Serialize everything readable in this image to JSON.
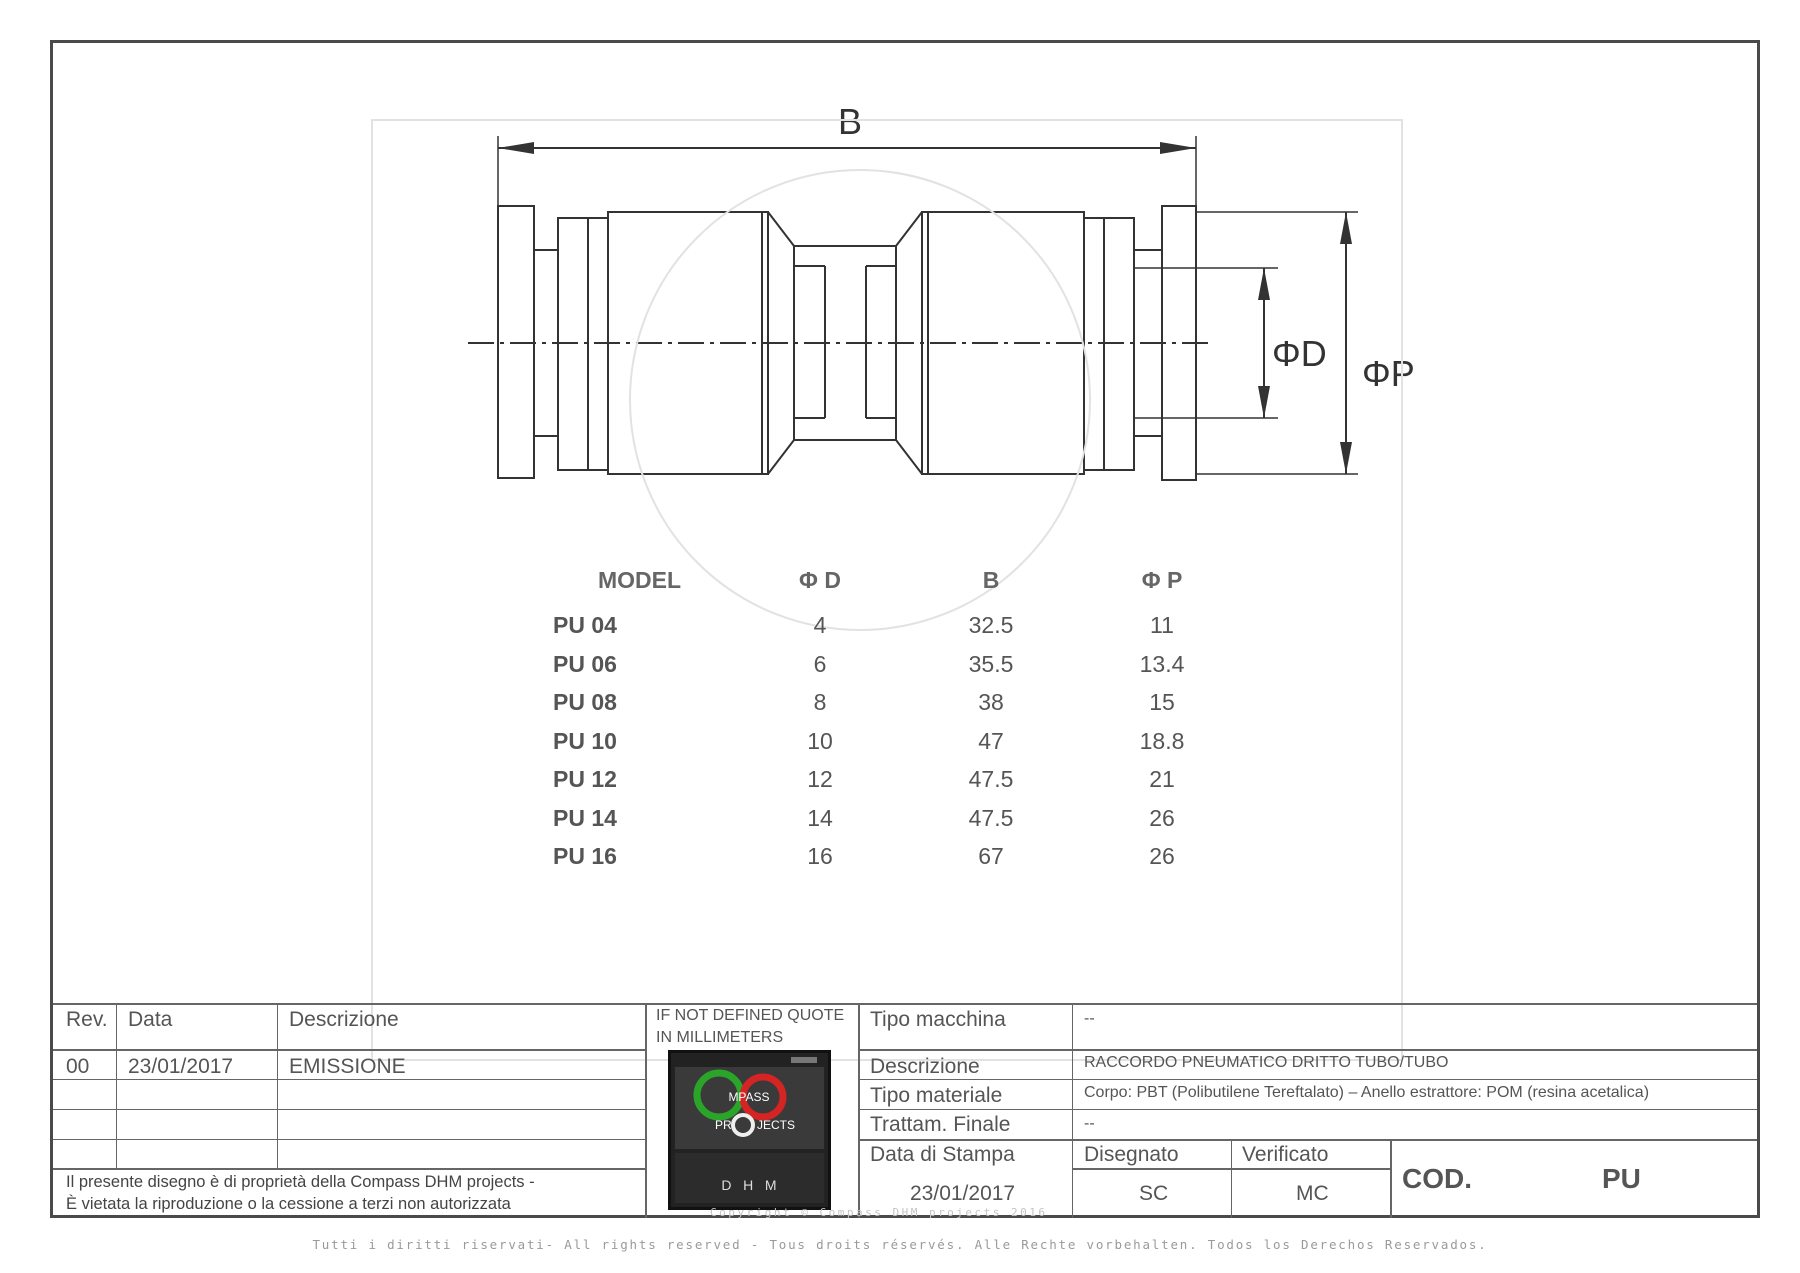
{
  "drawing": {
    "dim_b": "B",
    "dim_d": "ΦD",
    "dim_p": "ΦP"
  },
  "table": {
    "headers": [
      "MODEL",
      "Φ D",
      "B",
      "Φ P"
    ],
    "rows": [
      [
        "PU 04",
        "4",
        "32.5",
        "11"
      ],
      [
        "PU 06",
        "6",
        "35.5",
        "13.4"
      ],
      [
        "PU 08",
        "8",
        "38",
        "15"
      ],
      [
        "PU 10",
        "10",
        "47",
        "18.8"
      ],
      [
        "PU 12",
        "12",
        "47.5",
        "21"
      ],
      [
        "PU 14",
        "14",
        "47.5",
        "26"
      ],
      [
        "PU 16",
        "16",
        "67",
        "26"
      ]
    ]
  },
  "title_block": {
    "rev_label": "Rev.",
    "data_label": "Data",
    "descrizione_label": "Descrizione",
    "rev_value": "00",
    "data_value": "23/01/2017",
    "descrizione_value": "EMISSIONE",
    "units_note_1": "IF NOT DEFINED QUOTE",
    "units_note_2": "IN MILLIMETERS",
    "tipo_macchina_label": "Tipo macchina",
    "tipo_macchina_value": "--",
    "descrizione2_label": "Descrizione",
    "descrizione2_value": "RACCORDO PNEUMATICO DRITTO TUBO/TUBO",
    "tipo_materiale_label": "Tipo materiale",
    "tipo_materiale_value": "Corpo: PBT (Polibutilene Tereftalato) – Anello estrattore: POM (resina acetalica)",
    "trattam_label": "Trattam. Finale",
    "trattam_value": "--",
    "data_stampa_label": "Data di Stampa",
    "data_stampa_value": "23/01/2017",
    "disegnato_label": "Disegnato",
    "disegnato_value": "SC",
    "verificato_label": "Verificato",
    "verificato_value": "MC",
    "cod_label": "COD.",
    "cod_value": "PU",
    "property_note_1": "Il presente disegno è di proprietà della Compass DHM projects -",
    "property_note_2": "È vietata la riproduzione o la cessione a terzi non autorizzata"
  },
  "logo": {
    "line1": "MPASS",
    "line2": "PR",
    "line3": "JECTS",
    "letters": "D   H   M"
  },
  "copyright": "Copyright © Compass DHM projects 2016",
  "footer": "Tutti i diritti riservati- All rights reserved - Tous droits réservés. Alle Rechte vorbehalten. Todos los Derechos Reservados."
}
